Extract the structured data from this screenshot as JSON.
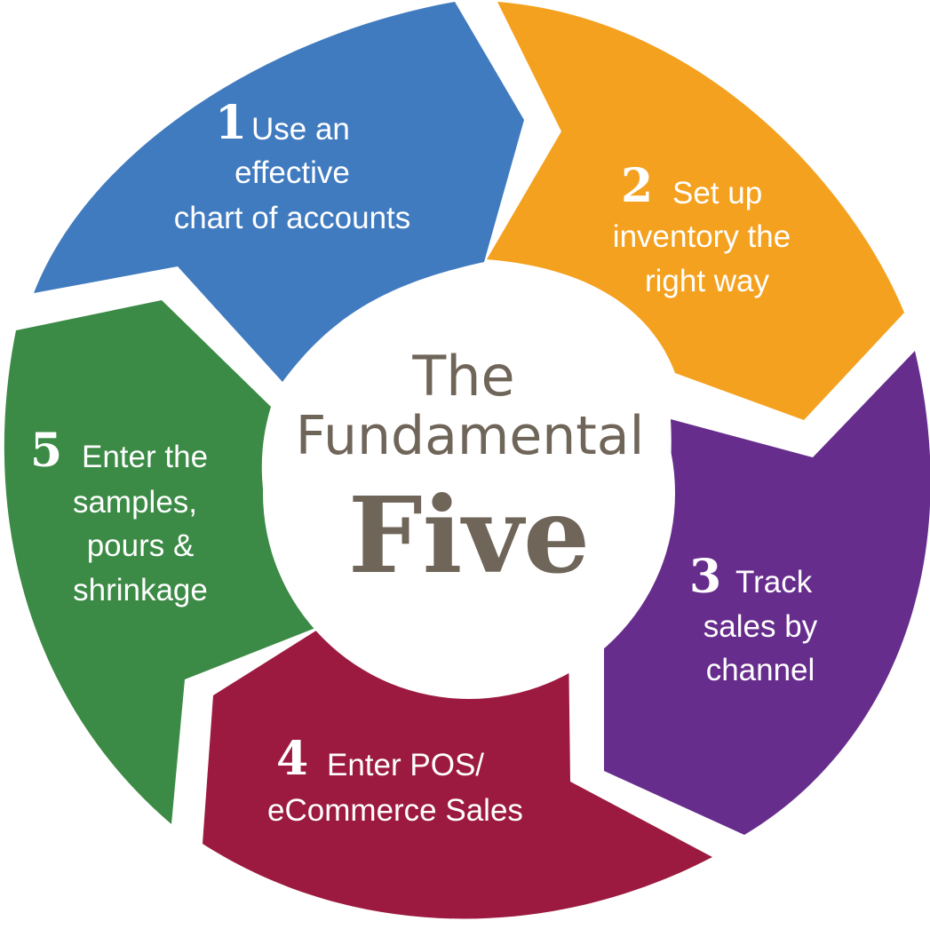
{
  "colors": {
    "step1": "#417bbf",
    "step2": "#f4a11f",
    "step3": "#672d8d",
    "step4": "#9c1a3f",
    "step5": "#3b8a45",
    "center_text": "#6f6559",
    "background": "#ffffff"
  },
  "center": {
    "line1": "The",
    "line2": "Fundamental",
    "line3": "Five"
  },
  "steps": [
    {
      "number": "1",
      "lines": [
        "Use an",
        "effective",
        "chart of accounts"
      ]
    },
    {
      "number": "2",
      "lines": [
        "Set up",
        "inventory the",
        "right way"
      ]
    },
    {
      "number": "3",
      "lines": [
        "Track",
        "sales by",
        "channel"
      ]
    },
    {
      "number": "4",
      "lines": [
        "Enter POS/",
        "eCommerce Sales"
      ]
    },
    {
      "number": "5",
      "lines": [
        "Enter the",
        "samples,",
        "pours &",
        "shrinkage"
      ]
    }
  ]
}
